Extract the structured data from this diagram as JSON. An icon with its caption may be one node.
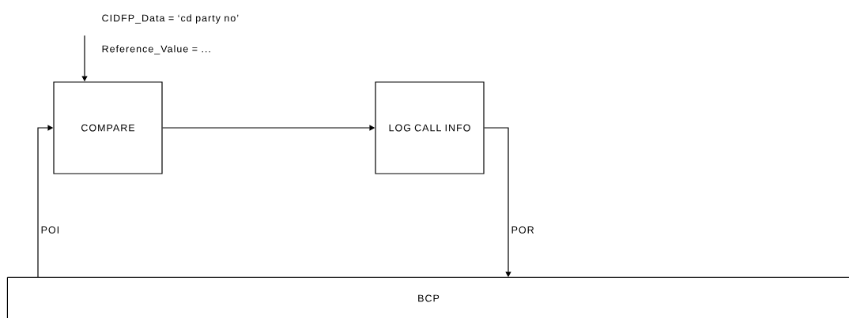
{
  "diagram": {
    "nodes": [
      {
        "text": [
          "COMPARE"
        ]
      },
      {
        "text": [
          "LOG CALL INFO"
        ]
      },
      {
        "text": [
          "BCP"
        ]
      }
    ],
    "edges": [
      {
        "from": null,
        "to": 0,
        "arrow": "to"
      },
      {
        "from": 2,
        "to": 0,
        "arrow": "to",
        "label": "POI"
      },
      {
        "from": 0,
        "to": 1,
        "arrow": "to"
      },
      {
        "from": 1,
        "to": 2,
        "arrow": "to",
        "label": "POR"
      }
    ],
    "labels": [
      "CIDFP_Data = ‘cd party no’",
      "Reference_Value = ..."
    ]
  }
}
